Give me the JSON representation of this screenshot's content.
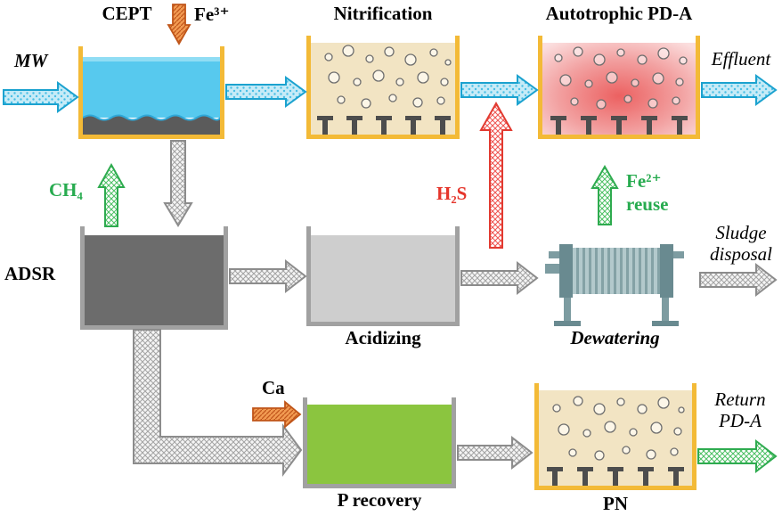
{
  "labels": {
    "mw": "MW",
    "cept": "CEPT",
    "fe3": "Fe³⁺",
    "nitrification": "Nitrification",
    "autotrophic_pda": "Autotrophic PD-A",
    "effluent": "Effluent",
    "ch4": "CH₄",
    "adsr": "ADSR",
    "h2s": "H₂S",
    "fe2": "Fe²⁺",
    "fe2_reuse": "reuse",
    "acidizing": "Acidizing",
    "dewatering": "Dewatering",
    "sludge_disposal": "Sludge disposal",
    "ca": "Ca",
    "p_recovery": "P recovery",
    "pn": "PN",
    "return_pda": "Return PD-A"
  },
  "colors": {
    "tank_border_yellow": "#f3ba37",
    "tank_border_gray": "#a1a1a1",
    "water_cyan": "#57c9ee",
    "sediment_gray": "#5b5b5b",
    "aeration_beige": "#f2e4c3",
    "pda_red_center": "#ec6161",
    "adsr_dark_gray": "#6c6c6c",
    "acidizing_light_gray": "#cecece",
    "p_recovery_green": "#8bc53f",
    "arrow_cyan_outline": "#1ba2cf",
    "arrow_gray_outline": "#8c8c8c",
    "arrow_green_outline": "#2eab4f",
    "arrow_red_outline": "#e23a30",
    "arrow_orange_outline": "#c0561a",
    "label_green": "#27ab4f",
    "label_red": "#e5352b"
  },
  "flows": [
    {
      "from": "MW",
      "to": "CEPT"
    },
    {
      "from": "Fe³⁺",
      "to": "CEPT"
    },
    {
      "from": "CEPT",
      "to": "Nitrification"
    },
    {
      "from": "Nitrification",
      "to": "Autotrophic PD-A"
    },
    {
      "from": "Autotrophic PD-A",
      "to": "Effluent"
    },
    {
      "from": "CEPT",
      "to": "ADSR"
    },
    {
      "from": "ADSR",
      "to": "CH₄"
    },
    {
      "from": "ADSR",
      "to": "Acidizing"
    },
    {
      "from": "Acidizing",
      "to": "Nitrification",
      "label": "H₂S"
    },
    {
      "from": "Acidizing",
      "to": "Dewatering"
    },
    {
      "from": "Dewatering",
      "to": "Fe²⁺ reuse"
    },
    {
      "from": "Dewatering",
      "to": "Sludge disposal"
    },
    {
      "from": "ADSR",
      "to": "P recovery"
    },
    {
      "from": "Ca",
      "to": "P recovery"
    },
    {
      "from": "P recovery",
      "to": "PN"
    },
    {
      "from": "PN",
      "to": "Return PD-A"
    }
  ]
}
